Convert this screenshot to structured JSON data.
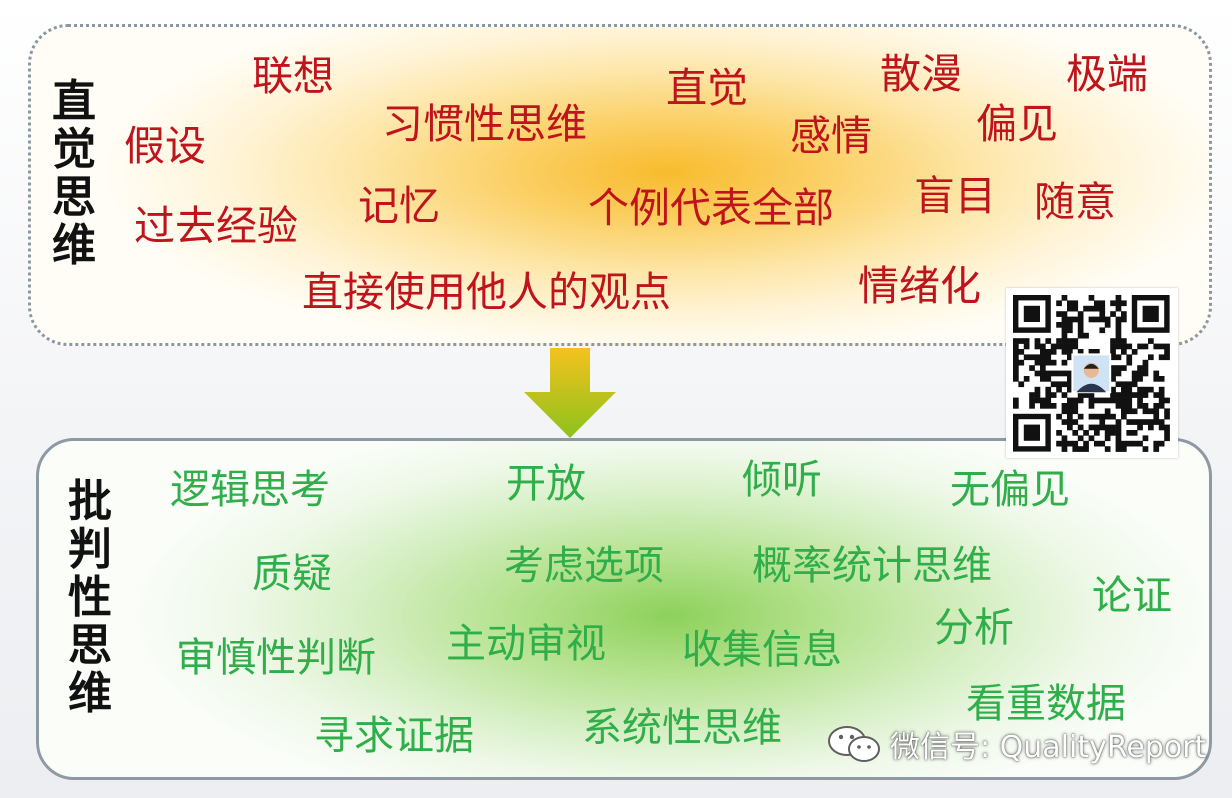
{
  "intuitive": {
    "title": "直觉思维",
    "words": [
      "联想",
      "习惯性思维",
      "直觉",
      "散漫",
      "极端",
      "假设",
      "感情",
      "偏见",
      "记忆",
      "个例代表全部",
      "盲目",
      "随意",
      "过去经验",
      "直接使用他人的观点",
      "情绪化"
    ]
  },
  "critical": {
    "title": "批判性思维",
    "words": [
      "逻辑思考",
      "开放",
      "倾听",
      "无偏见",
      "质疑",
      "考虑选项",
      "概率统计思维",
      "论证",
      "分析",
      "审慎性判断",
      "主动审视",
      "收集信息",
      "看重数据",
      "寻求证据",
      "系统性思维"
    ]
  },
  "watermark": {
    "text": "微信号: QualityReport",
    "icon": "wechat-icon"
  },
  "qr_code": {
    "icon": "qr-code-icon"
  },
  "colors": {
    "intuitive_text": "#c0141c",
    "critical_text": "#2fae4a",
    "arrow": "#9ccb1a"
  }
}
